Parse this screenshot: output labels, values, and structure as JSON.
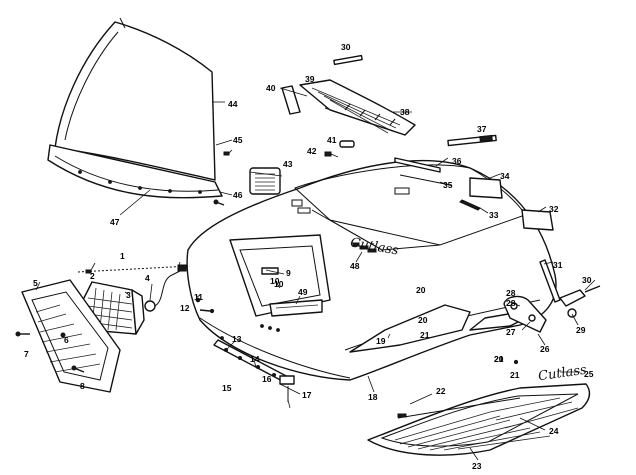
{
  "callouts": [
    {
      "label": "1"
    },
    {
      "label": "2"
    },
    {
      "label": "3"
    },
    {
      "label": "4"
    },
    {
      "label": "5"
    },
    {
      "label": "6"
    },
    {
      "label": "7"
    },
    {
      "label": "8"
    },
    {
      "label": "9"
    },
    {
      "label": "10"
    },
    {
      "label": "11"
    },
    {
      "label": "12"
    },
    {
      "label": "13"
    },
    {
      "label": "14"
    },
    {
      "label": "15"
    },
    {
      "label": "16"
    },
    {
      "label": "17"
    },
    {
      "label": "18"
    },
    {
      "label": "19"
    },
    {
      "label": "20"
    },
    {
      "label": "21"
    },
    {
      "label": "22"
    },
    {
      "label": "23"
    },
    {
      "label": "24"
    },
    {
      "label": "25"
    },
    {
      "label": "26"
    },
    {
      "label": "27"
    },
    {
      "label": "28"
    },
    {
      "label": "29"
    },
    {
      "label": "30"
    },
    {
      "label": "31"
    },
    {
      "label": "32"
    },
    {
      "label": "33"
    },
    {
      "label": "34"
    },
    {
      "label": "35"
    },
    {
      "label": "36"
    },
    {
      "label": "37"
    },
    {
      "label": "38"
    },
    {
      "label": "39"
    },
    {
      "label": "40"
    },
    {
      "label": "41"
    },
    {
      "label": "42"
    },
    {
      "label": "43"
    },
    {
      "label": "44"
    },
    {
      "label": "45"
    },
    {
      "label": "46"
    },
    {
      "label": "47"
    },
    {
      "label": "48"
    },
    {
      "label": "49"
    },
    {
      "label": "20"
    },
    {
      "label": "21"
    },
    {
      "label": "28"
    },
    {
      "label": "20"
    },
    {
      "label": "21"
    },
    {
      "label": "10"
    },
    {
      "label": "30"
    }
  ],
  "emblem": {
    "text": "Cutlass"
  },
  "nameplate": {
    "text": "Cutlass"
  }
}
